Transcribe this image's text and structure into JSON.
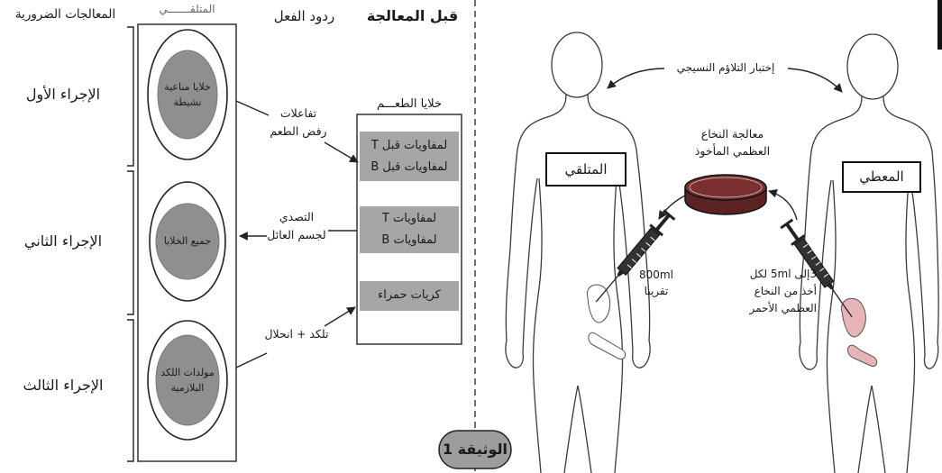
{
  "table": {
    "headers": {
      "treatments": "المعالجات الضرورية",
      "recipient": "المتلقـــــــي",
      "reactions": "ردود الفعل",
      "before_treatment": "قبل المعالجة"
    },
    "procedures": [
      "الإجراء الأول",
      "الإجراء الثاني",
      "الإجراء الثالث"
    ],
    "recipient_cells": [
      [
        "خلايا مناعية",
        "نشيطة"
      ],
      [
        "جميع الخلايا"
      ],
      [
        "مولدات اللكد",
        "البلازمية"
      ]
    ],
    "reactions": [
      [
        "تفاعلات",
        "رفض الطعم"
      ],
      [
        "التصدي",
        "لجسم العائل"
      ],
      [
        "تلكد + انحلال"
      ]
    ],
    "graft": {
      "title": "خلايا الطعـــم",
      "bands": [
        [
          "لمفاويات قبل T",
          "لمفاويات قبل B"
        ],
        [
          "لمفاويات T",
          "لمفاويات B"
        ],
        [
          "كريات حمراء"
        ]
      ]
    }
  },
  "document_label": "الوثيقة 1",
  "illustration": {
    "compatibility_test": "إختبار التلاؤم النسيجي",
    "processing": [
      "معالجة النخاع",
      "العظمي المأخوذ"
    ],
    "recipient_label": "المتلقي",
    "donor_label": "المعطي",
    "recipient_volume": [
      "800ml",
      "تقريبا"
    ],
    "donor_note": [
      "3إلى 5ml لكل",
      "أخذ من النخاع",
      "العظمي الأحمر"
    ]
  },
  "colors": {
    "cell_gray": "#8f8f8f",
    "band_gray": "#a6a6a6",
    "document_badge": "#9d9d9d",
    "marrow_dish": "#5c2323",
    "marrow_bone": "#e6b4b6"
  }
}
